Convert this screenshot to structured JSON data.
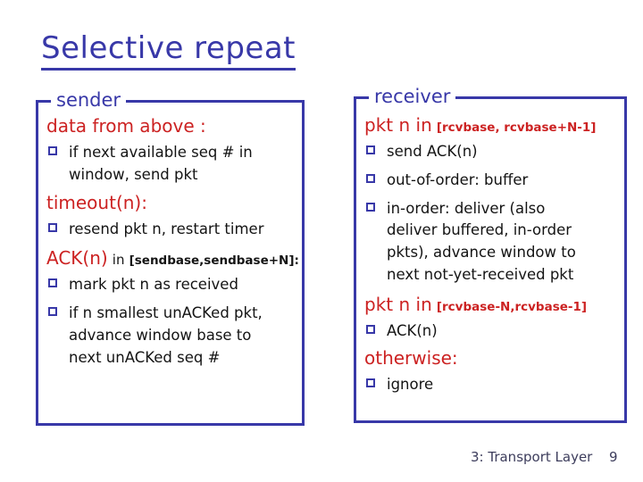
{
  "slide": {
    "title": "Selective repeat",
    "footer": {
      "section": "3: Transport Layer",
      "page": "9"
    }
  },
  "colors": {
    "accent_blue": "#3838A8",
    "heading_red": "#CC2222",
    "body_black": "#141414",
    "footer_navy": "#3d3d5c"
  },
  "sender_panel": {
    "legend": "sender",
    "blocks": [
      {
        "type": "heading",
        "text": "data from above :"
      },
      {
        "type": "bullet",
        "text": "if next available seq # in\nwindow, send pkt"
      },
      {
        "type": "heading",
        "text": "timeout(n):"
      },
      {
        "type": "bullet",
        "text": "resend pkt n, restart timer"
      },
      {
        "type": "heading_mixed",
        "main": "ACK(n)",
        "connector": "in",
        "detail": "[sendbase,sendbase+N]:"
      },
      {
        "type": "bullet",
        "text": "mark pkt n as received"
      },
      {
        "type": "bullet",
        "text": "if n smallest unACKed pkt,\nadvance window base to\nnext unACKed seq #"
      }
    ]
  },
  "receiver_panel": {
    "legend": "receiver",
    "blocks": [
      {
        "type": "heading_mixed_red",
        "main": "pkt n in",
        "detail": "[rcvbase, rcvbase+N-1]"
      },
      {
        "type": "bullet",
        "text": "send ACK(n)"
      },
      {
        "type": "bullet",
        "text": "out-of-order: buffer"
      },
      {
        "type": "bullet",
        "text": "in-order: deliver (also\ndeliver buffered, in-order\npkts), advance window to\nnext not-yet-received pkt"
      },
      {
        "type": "heading_mixed_red",
        "main": "pkt n in",
        "detail": "[rcvbase-N,rcvbase-1]"
      },
      {
        "type": "bullet",
        "text": "ACK(n)"
      },
      {
        "type": "heading",
        "text": "otherwise:"
      },
      {
        "type": "bullet",
        "text": "ignore"
      }
    ]
  }
}
